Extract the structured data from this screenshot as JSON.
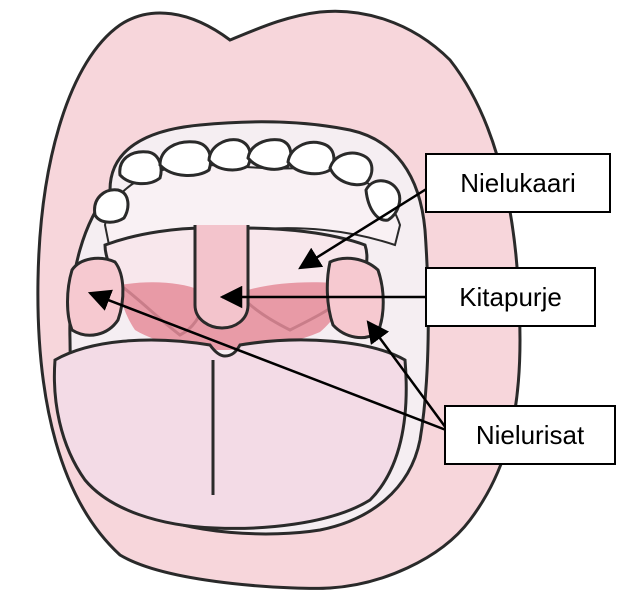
{
  "labels": {
    "nielukaari": "Nielukaari",
    "kitapurje": "Kitapurje",
    "nielurisat": "Nielurisat"
  },
  "colors": {
    "outline": "#2a2a2a",
    "lip": "#f7d6db",
    "gum": "#f3c4cc",
    "throat_dark": "#e58c9a",
    "tongue": "#f3dbe6",
    "tonsil": "#f6c9d0",
    "teeth": "#ffffff",
    "arrow": "#000000"
  }
}
